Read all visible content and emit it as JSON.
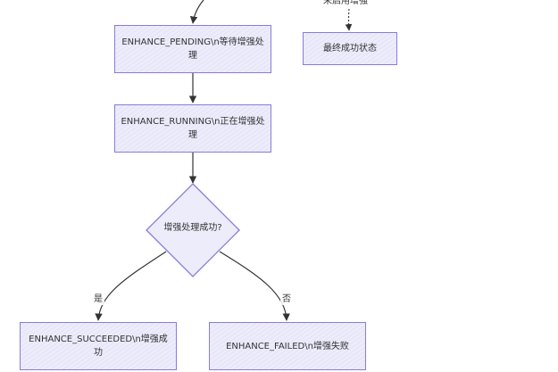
{
  "nodes": {
    "pending": "ENHANCE_PENDING\\n等待增强处理",
    "running": "ENHANCE_RUNNING\\n正在增强处理",
    "decision": "增强处理成功?",
    "succeeded": "ENHANCE_SUCCEEDED\\n增强成功",
    "failed": "ENHANCE_FAILED\\n增强失败",
    "final": "最终成功状态"
  },
  "edge_labels": {
    "disabled": "未启用增强",
    "yes": "是",
    "no": "否"
  },
  "colors": {
    "node_fill": "#ececfb",
    "node_border": "#8b7bd8",
    "edge": "#333333"
  }
}
